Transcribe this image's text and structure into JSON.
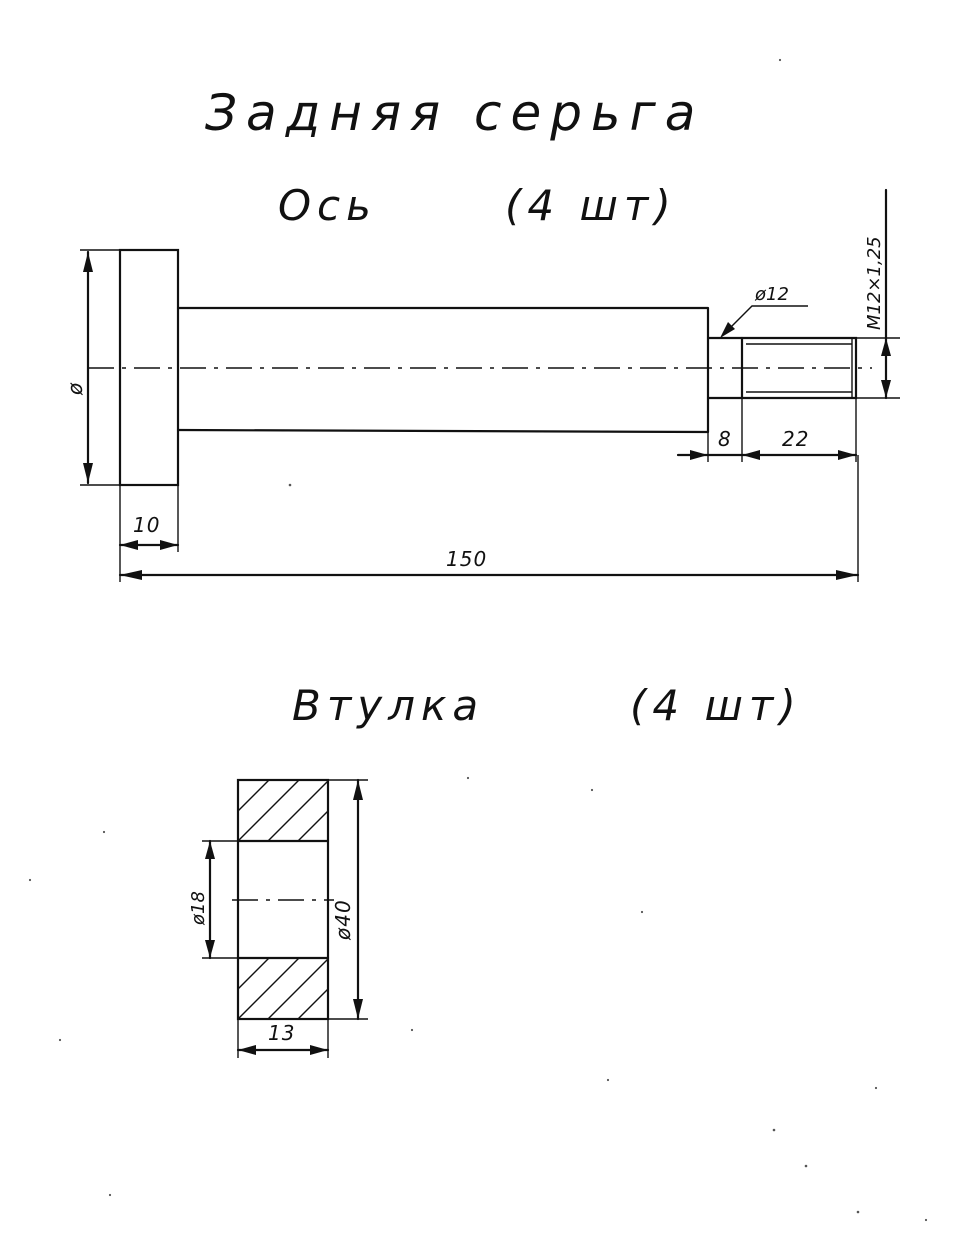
{
  "sheet": {
    "title": "Задняя серьга"
  },
  "axle": {
    "label": "Ось",
    "qty": "(4 шт)",
    "dims": {
      "head_diameter": "ø",
      "head_length": "10",
      "total_length": "150",
      "neck_diameter": "ø12",
      "neck_length": "8",
      "thread_length": "22",
      "thread_spec": "M12×1,25"
    }
  },
  "bushing": {
    "label": "Втулка",
    "qty": "(4 шт)",
    "dims": {
      "inner_diameter": "ø18",
      "outer_diameter": "ø40",
      "length": "13"
    }
  }
}
